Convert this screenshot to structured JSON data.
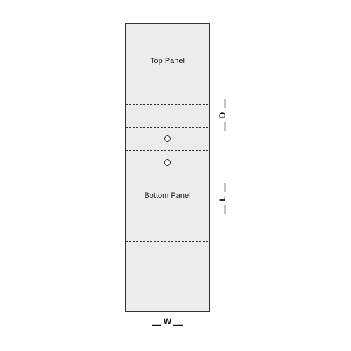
{
  "panels": {
    "top_label": "Top Panel",
    "bottom_label": "Bottom Panel"
  },
  "dimensions": {
    "depth": "D",
    "length": "L",
    "width": "W"
  },
  "colors": {
    "panel_fill": "#ececec",
    "outline": "#333333",
    "fold_line": "#333333"
  }
}
